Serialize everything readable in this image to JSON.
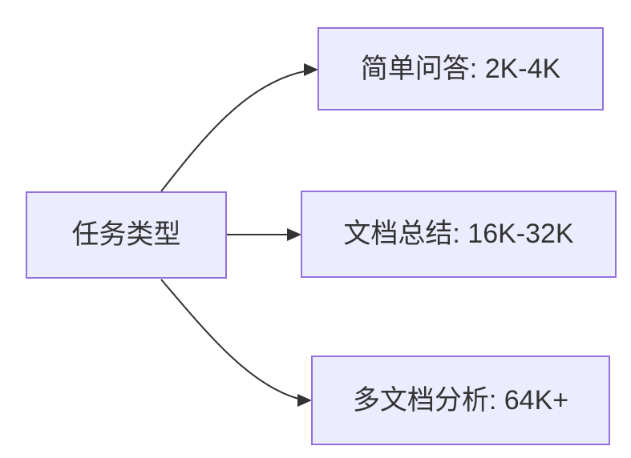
{
  "diagram": {
    "type": "flowchart",
    "direction": "LR",
    "nodes": {
      "root": {
        "label": "任务类型"
      },
      "simple_qa": {
        "label": "简单问答: 2K-4K"
      },
      "doc_summary": {
        "label": "文档总结: 16K-32K"
      },
      "multi_doc": {
        "label": "多文档分析: 64K+"
      }
    },
    "edges": [
      {
        "from": "任务类型",
        "to": "简单问答: 2K-4K",
        "style": "curved-up"
      },
      {
        "from": "任务类型",
        "to": "文档总结: 16K-32K",
        "style": "straight"
      },
      {
        "from": "任务类型",
        "to": "多文档分析: 64K+",
        "style": "curved-down"
      }
    ],
    "colors": {
      "node_fill": "#ECECFF",
      "node_border": "#9370DB",
      "edge_line": "#333333",
      "label_text": "#333333",
      "background": "#FFFFFF"
    }
  }
}
